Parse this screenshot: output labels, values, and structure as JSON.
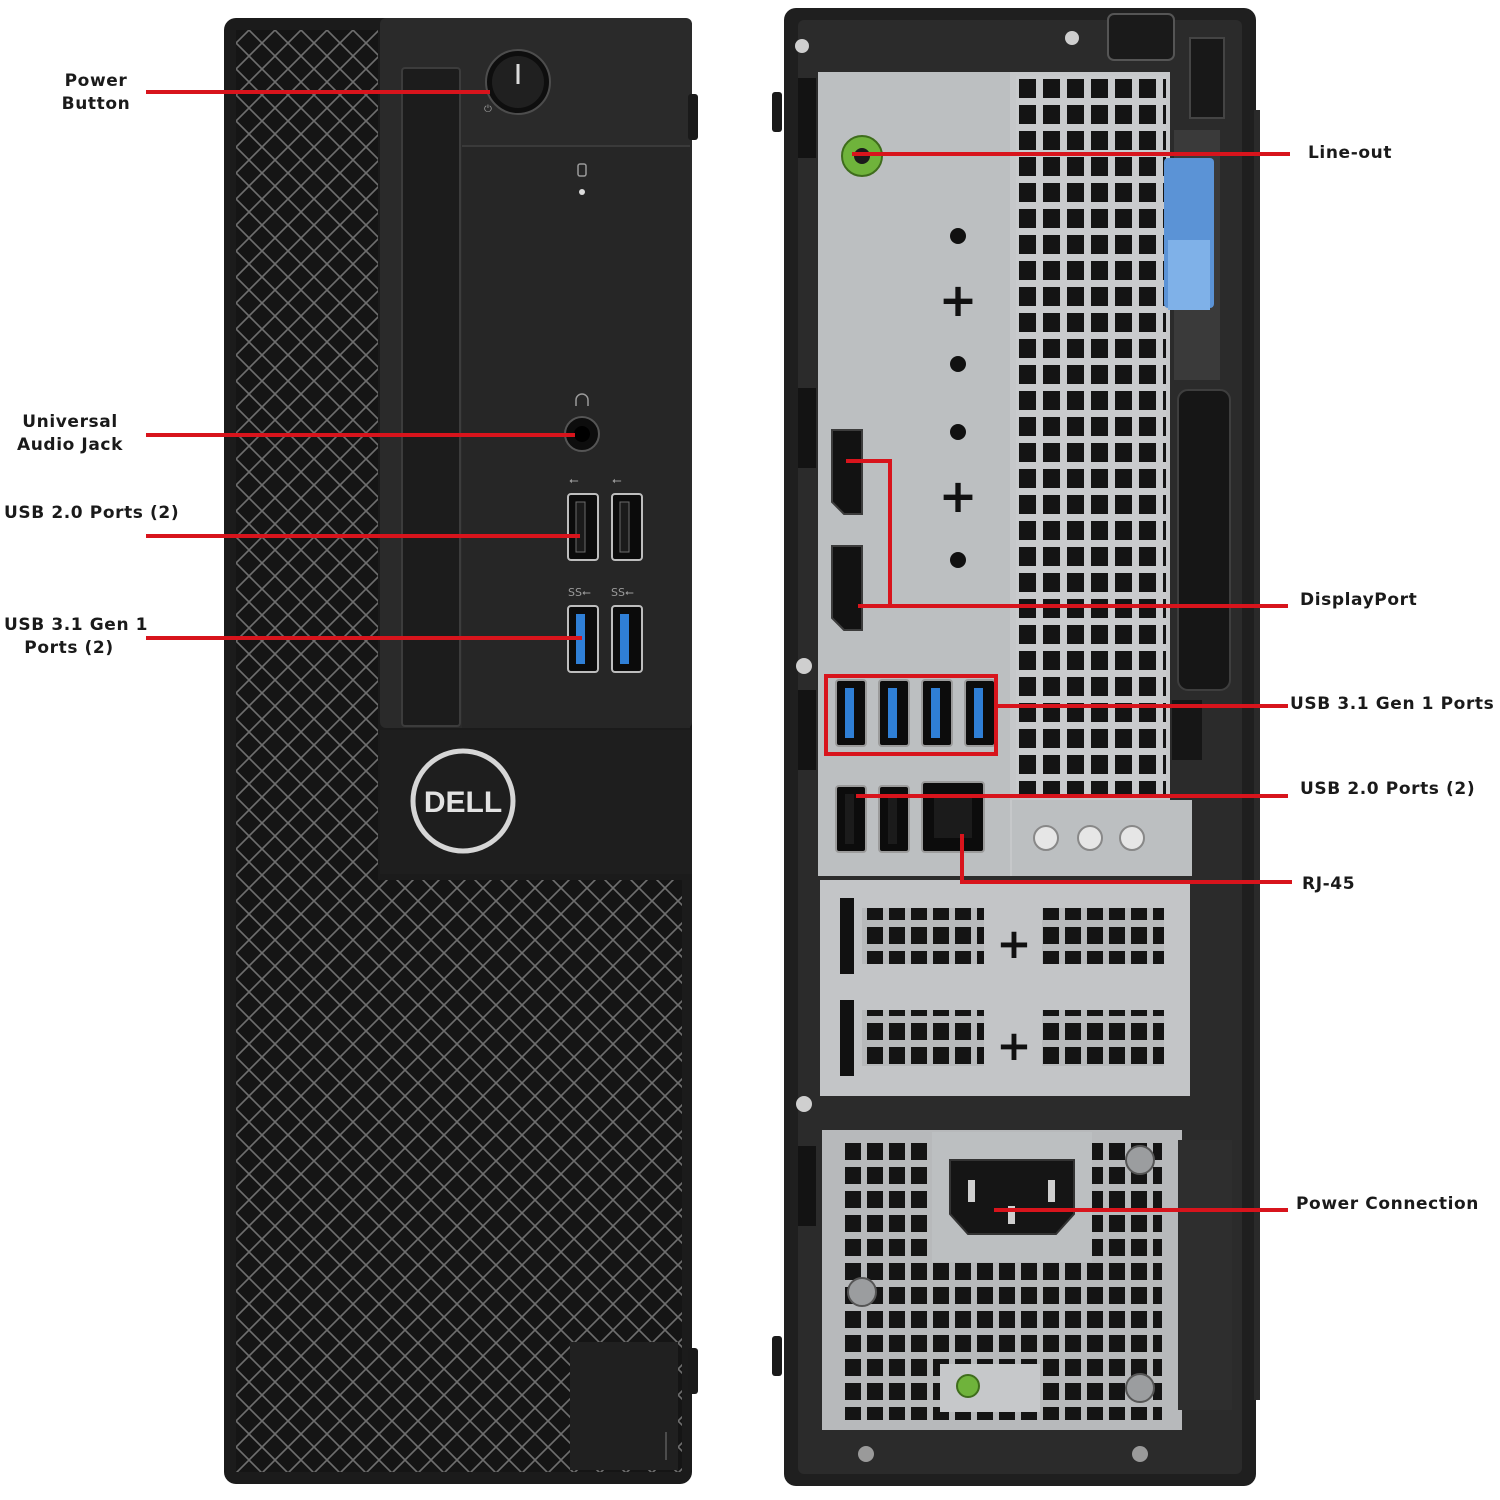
{
  "brand": {
    "logo_text": "DELL"
  },
  "colors": {
    "callout": "#d8141c",
    "usb3": "#2f7fd6",
    "line_out": "#6fb33b",
    "chassis": "#222222",
    "rear_panel": "#b9bcbe"
  },
  "front_labels": {
    "power_button": [
      "Power",
      "Button"
    ],
    "audio_jack": [
      "Universal",
      "Audio Jack"
    ],
    "usb2": [
      "USB 2.0 Ports (2)"
    ],
    "usb31": [
      "USB 3.1 Gen 1",
      "Ports (2)"
    ]
  },
  "rear_labels": {
    "line_out": "Line-out",
    "displayport": "DisplayPort",
    "usb31": "USB 3.1 Gen 1 Ports (4)",
    "usb2": "USB 2.0 Ports (2)",
    "rj45": "RJ-45",
    "power": "Power Connection"
  }
}
